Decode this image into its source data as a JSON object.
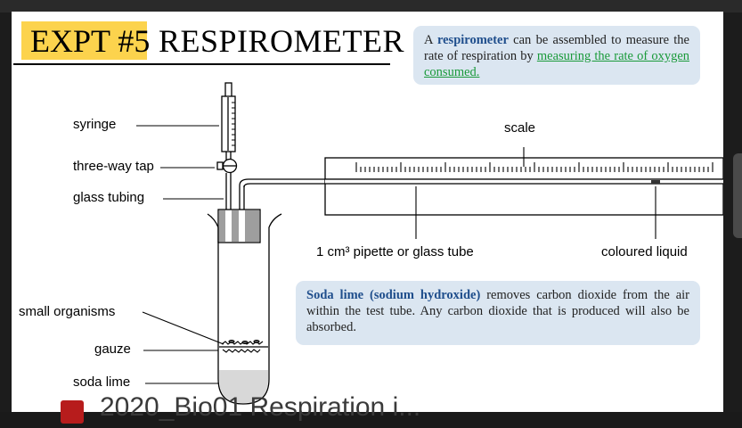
{
  "background": {
    "file_name": "2020_Bio01 Respiration i..."
  },
  "slide": {
    "title_number": "EXPT #5",
    "title_text": "RESPIROMETER",
    "note1": {
      "prefix": "A ",
      "keyword": "respirometer",
      "middle": " can be assembled to measure the rate of respiration by ",
      "link": "measuring the rate of oxygen consumed."
    },
    "note2": {
      "keyword": "Soda lime (sodium hydroxide)",
      "rest": " removes carbon dioxide from the air within the test tube.  Any carbon dioxide that is produced will also be absorbed."
    },
    "labels": {
      "syringe": "syringe",
      "three_way_tap": "three-way tap",
      "glass_tubing": "glass tubing",
      "small_organisms": "small organisms",
      "gauze": "gauze",
      "soda_lime": "soda lime",
      "scale": "scale",
      "pipette": "1 cm³ pipette or glass tube",
      "coloured_liquid": "coloured liquid"
    },
    "colors": {
      "title_highlight": "#fcd34d",
      "note_bg": "#dbe6f1",
      "keyword": "#1f4e8c",
      "link": "#1a9a3a"
    }
  }
}
